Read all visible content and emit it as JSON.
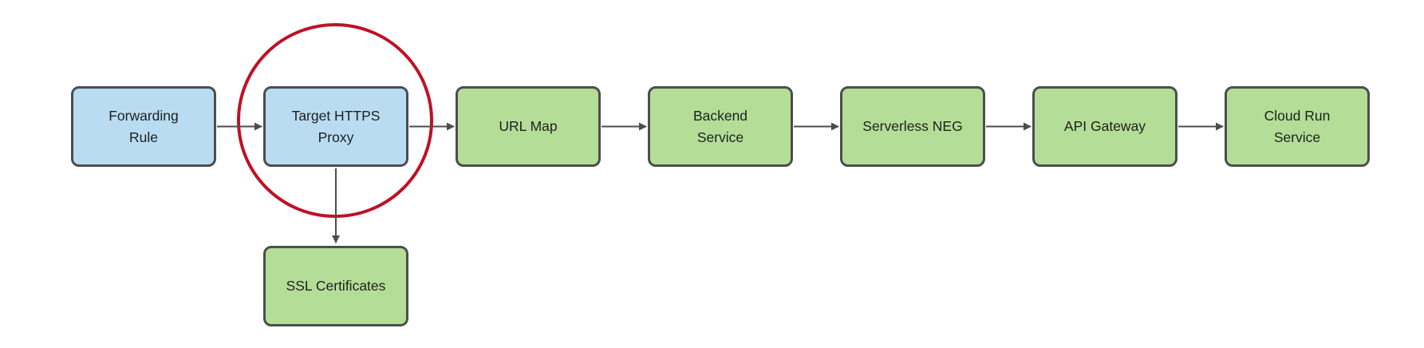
{
  "diagram": {
    "type": "flowchart",
    "description": "GCP HTTPS load-balancing request flow to Cloud Run via API Gateway",
    "nodes": [
      {
        "id": "forwarding-rule",
        "label": "Forwarding Rule",
        "color": "blue"
      },
      {
        "id": "target-https-proxy",
        "label": "Target HTTPS Proxy",
        "color": "blue",
        "highlighted": true
      },
      {
        "id": "url-map",
        "label": "URL Map",
        "color": "green"
      },
      {
        "id": "backend-service",
        "label": "Backend Service",
        "color": "green"
      },
      {
        "id": "serverless-neg",
        "label": "Serverless NEG",
        "color": "green"
      },
      {
        "id": "api-gateway",
        "label": "API Gateway",
        "color": "green"
      },
      {
        "id": "cloud-run-service",
        "label": "Cloud Run Service",
        "color": "green"
      },
      {
        "id": "ssl-certificates",
        "label": "SSL Certificates",
        "color": "green"
      }
    ],
    "edges": [
      {
        "from": "forwarding-rule",
        "to": "target-https-proxy"
      },
      {
        "from": "target-https-proxy",
        "to": "url-map"
      },
      {
        "from": "url-map",
        "to": "backend-service"
      },
      {
        "from": "backend-service",
        "to": "serverless-neg"
      },
      {
        "from": "serverless-neg",
        "to": "api-gateway"
      },
      {
        "from": "api-gateway",
        "to": "cloud-run-service"
      },
      {
        "from": "target-https-proxy",
        "to": "ssl-certificates"
      }
    ],
    "annotations": [
      {
        "type": "ellipse-highlight",
        "target": "target-https-proxy",
        "color": "red"
      }
    ],
    "colors": {
      "node_blue": "#B9DCF2",
      "node_green": "#B4DE98",
      "node_border": "#4D4D4D",
      "connector": "#4D4D4D",
      "highlight_red": "#BE1126",
      "label_text": "#1F1F1F",
      "background": "#FFFFFF"
    }
  }
}
